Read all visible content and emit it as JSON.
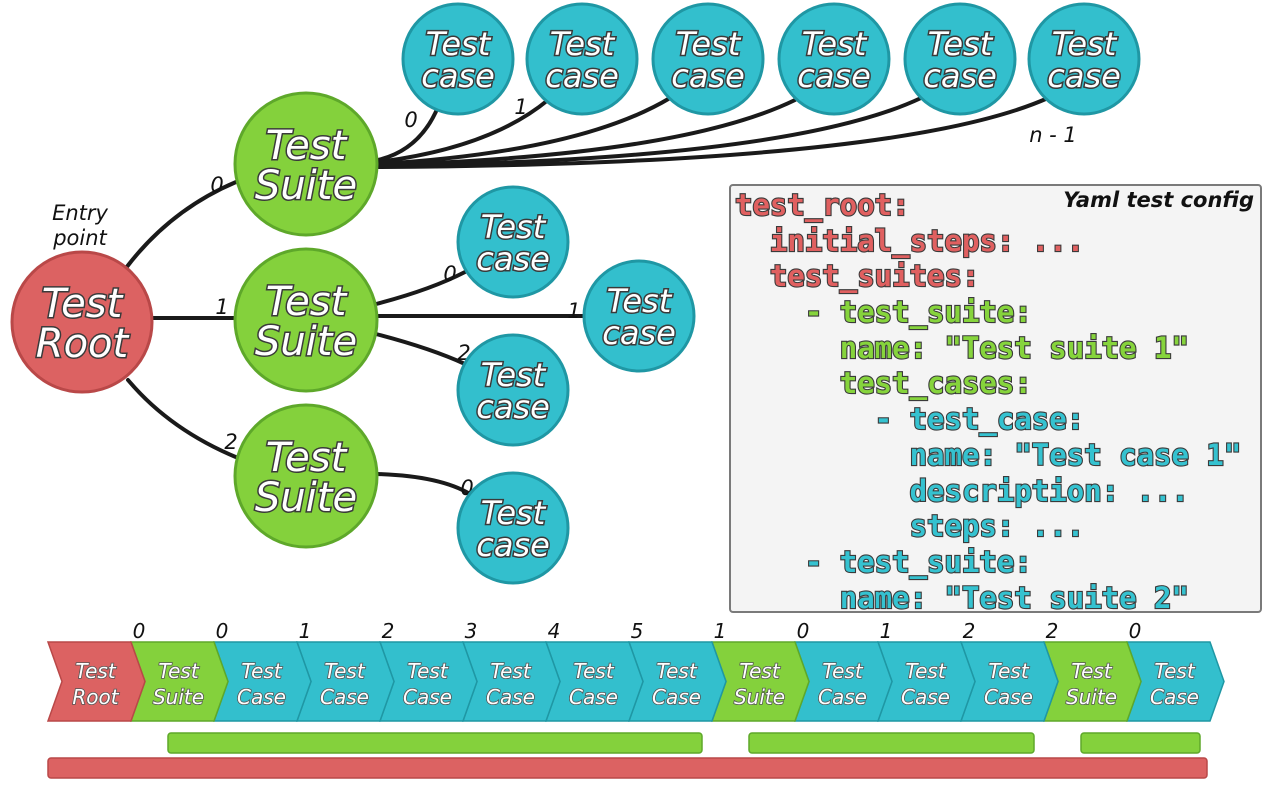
{
  "colors": {
    "root": "#dc6262",
    "root_border": "#b94848",
    "suite": "#84d13c",
    "suite_border": "#5ea82a",
    "case": "#33bfcd",
    "case_border": "#1f97a4",
    "edge": "#1a1a1a"
  },
  "tree": {
    "entry_label_line1": "Entry",
    "entry_label_line2": "point",
    "root": {
      "line1": "Test",
      "line2": "Root"
    },
    "suites": [
      {
        "line1": "Test",
        "line2": "Suite",
        "edge_label": "0",
        "cases": [
          {
            "line1": "Test",
            "line2": "case",
            "edge_label": "0"
          },
          {
            "line1": "Test",
            "line2": "case",
            "edge_label": "1"
          },
          {
            "line1": "Test",
            "line2": "case",
            "edge_label": ""
          },
          {
            "line1": "Test",
            "line2": "case",
            "edge_label": ""
          },
          {
            "line1": "Test",
            "line2": "case",
            "edge_label": ""
          },
          {
            "line1": "Test",
            "line2": "case",
            "edge_label": "n - 1"
          }
        ]
      },
      {
        "line1": "Test",
        "line2": "Suite",
        "edge_label": "1",
        "cases": [
          {
            "line1": "Test",
            "line2": "case",
            "edge_label": "0"
          },
          {
            "line1": "Test",
            "line2": "case",
            "edge_label": "1"
          },
          {
            "line1": "Test",
            "line2": "case",
            "edge_label": "2"
          }
        ]
      },
      {
        "line1": "Test",
        "line2": "Suite",
        "edge_label": "2",
        "cases": [
          {
            "line1": "Test",
            "line2": "case",
            "edge_label": "0"
          }
        ]
      }
    ]
  },
  "yaml": {
    "title": "Yaml test config",
    "lines": [
      {
        "text": "test_root:",
        "color": "red"
      },
      {
        "text": "  initial_steps: ...",
        "color": "red"
      },
      {
        "text": "  test_suites:",
        "color": "red"
      },
      {
        "text": "    - test_suite:",
        "color": "green"
      },
      {
        "text": "      name: \"Test suite 1\"",
        "color": "green"
      },
      {
        "text": "      test_cases:",
        "color": "green"
      },
      {
        "text": "        - test_case:",
        "color": "cyan"
      },
      {
        "text": "          name: \"Test case 1\"",
        "color": "cyan"
      },
      {
        "text": "          description: ...",
        "color": "cyan"
      },
      {
        "text": "          steps: ...",
        "color": "cyan"
      },
      {
        "text": "    - test_suite:",
        "color": "cyan"
      },
      {
        "text": "      name: \"Test suite 2\"",
        "color": "cyan"
      }
    ]
  },
  "sequence": [
    {
      "type": "root",
      "line1": "Test",
      "line2": "Root",
      "index": ""
    },
    {
      "type": "suite",
      "line1": "Test",
      "line2": "Suite",
      "index": "0"
    },
    {
      "type": "case",
      "line1": "Test",
      "line2": "Case",
      "index": "0"
    },
    {
      "type": "case",
      "line1": "Test",
      "line2": "Case",
      "index": "1"
    },
    {
      "type": "case",
      "line1": "Test",
      "line2": "Case",
      "index": "2"
    },
    {
      "type": "case",
      "line1": "Test",
      "line2": "Case",
      "index": "3"
    },
    {
      "type": "case",
      "line1": "Test",
      "line2": "Case",
      "index": "4"
    },
    {
      "type": "case",
      "line1": "Test",
      "line2": "Case",
      "index": "5"
    },
    {
      "type": "suite",
      "line1": "Test",
      "line2": "Suite",
      "index": "1"
    },
    {
      "type": "case",
      "line1": "Test",
      "line2": "Case",
      "index": "0"
    },
    {
      "type": "case",
      "line1": "Test",
      "line2": "Case",
      "index": "1"
    },
    {
      "type": "case",
      "line1": "Test",
      "line2": "Case",
      "index": "2"
    },
    {
      "type": "suite",
      "line1": "Test",
      "line2": "Suite",
      "index": "2"
    },
    {
      "type": "case",
      "line1": "Test",
      "line2": "Case",
      "index": "0"
    }
  ],
  "span_bars": [
    {
      "type": "suite",
      "from": 1,
      "to": 7
    },
    {
      "type": "suite",
      "from": 8,
      "to": 11
    },
    {
      "type": "suite",
      "from": 12,
      "to": 13
    },
    {
      "type": "root",
      "from": 0,
      "to": 13
    }
  ]
}
